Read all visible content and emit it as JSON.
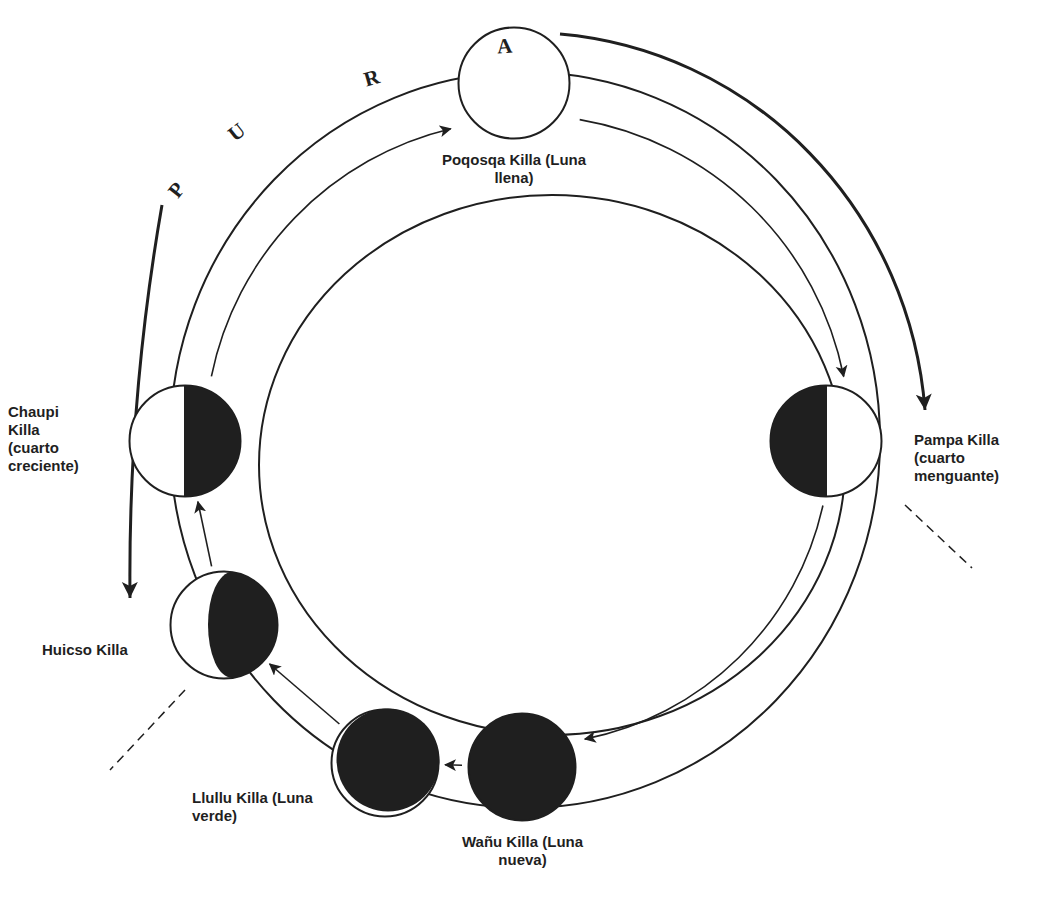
{
  "diagram": {
    "nodes": [
      {
        "text": [
          "Poqosqa Killa (Luna llena)"
        ]
      },
      {
        "text": [
          "Pampa Killa (cuarto menguante)"
        ]
      },
      {
        "text": [
          "Wañu Killa (Luna nueva)"
        ]
      },
      {
        "text": [
          "Llullu Killa (Luna verde)"
        ]
      },
      {
        "text": [
          "Huicso Killa"
        ]
      },
      {
        "text": [
          "Chaupi Killa (cuarto creciente)"
        ]
      }
    ],
    "edges": [
      {
        "from": 0,
        "to": 1,
        "arrow": "to"
      },
      {
        "from": 1,
        "to": 2,
        "arrow": "to"
      },
      {
        "from": 2,
        "to": 3,
        "arrow": "to"
      },
      {
        "from": 3,
        "to": 4,
        "arrow": "to"
      },
      {
        "from": 4,
        "to": 5,
        "arrow": "to"
      },
      {
        "from": 5,
        "to": 0,
        "arrow": "to"
      }
    ],
    "labels": [
      "P",
      "U",
      "R",
      "A"
    ]
  }
}
